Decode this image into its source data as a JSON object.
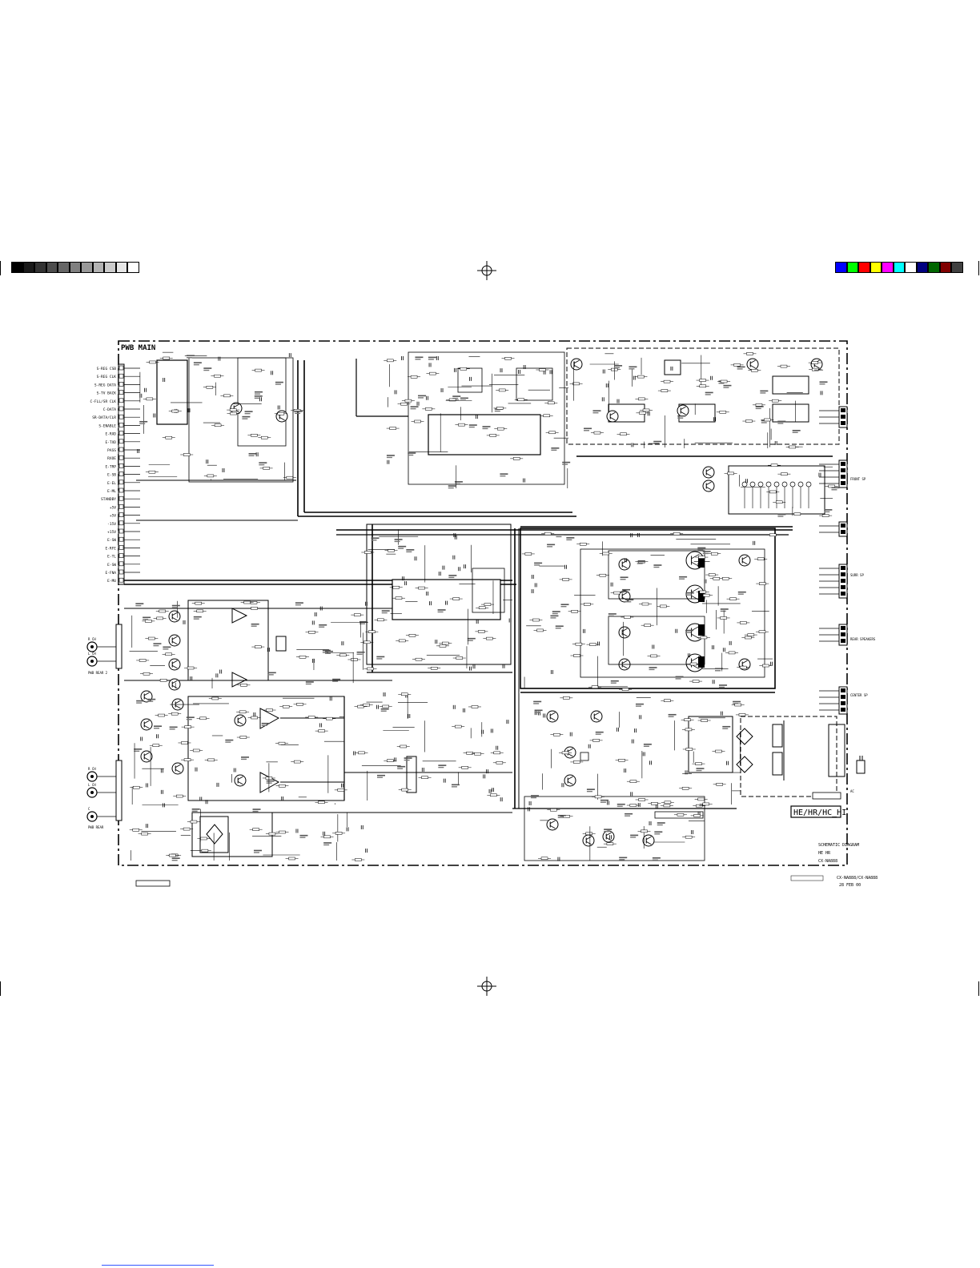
{
  "colors": {
    "gray_bar": [
      "#000000",
      "#1a1a1a",
      "#333333",
      "#4d4d4d",
      "#666666",
      "#808080",
      "#999999",
      "#b3b3b3",
      "#cccccc",
      "#e6e6e6",
      "#ffffff"
    ],
    "color_bar": [
      "#0000ff",
      "#00ff00",
      "#ff0000",
      "#ffff00",
      "#ff00ff",
      "#00ffff",
      "#ffffff",
      "#000080",
      "#006600",
      "#800000",
      "#404040"
    ]
  },
  "schematic": {
    "board_label": "PWB MAIN",
    "model_label": "HE/HR/HC_HI",
    "left_connector_labels": [
      "S-REG CSB",
      "S-REG CLK",
      "S-REG DATA",
      "S-TV BACK",
      "C-FLL/SR CLK",
      "C-DATA",
      "SR-DATA/CLR",
      "S-ENABLE",
      "E-RXD",
      "E-TXD",
      "PASS",
      "RXOE",
      "E-TRP",
      "E-SB",
      "E-EL",
      "E-ML",
      "STANDBY",
      "+5V",
      "+5V",
      "-15V",
      "+15V",
      "E-SW",
      "E-RFE",
      "E-TL",
      "E-SW",
      "E-FNA",
      "E-MU"
    ],
    "jack_labels": [
      "R CH",
      "L CH",
      "PWB REAR 2",
      "R CH",
      "L CH",
      "C",
      "PWB REAR"
    ],
    "right_labels": [
      "FRONT SP",
      "SURR SP",
      "CENTER SP",
      "REAR SPEAKERS",
      "AC"
    ],
    "title_block": {
      "line1": "SCHEMATIC DIAGRAM",
      "line2": "HE  HR",
      "line3": "CX-NA888",
      "line4": "CX-NA888/CX-NA888",
      "date": "28  FEB  00"
    }
  }
}
